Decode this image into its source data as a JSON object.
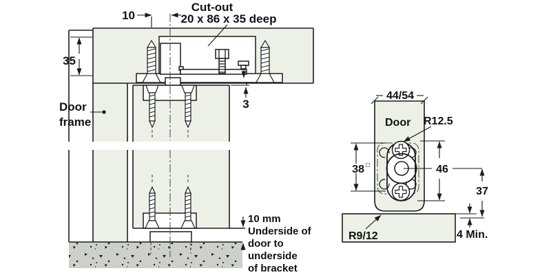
{
  "left_view": {
    "cutout_title": "Cut-out",
    "cutout_size": "20 x 86 x 35 deep",
    "dim_offset": "10",
    "dim_depth": "35",
    "dim_gap": "3",
    "frame_label_1": "Door",
    "frame_label_2": "frame",
    "note_1": "10 mm",
    "note_2": "Underside of",
    "note_3": "door to",
    "note_4": "underside",
    "note_5": "of bracket"
  },
  "right_view": {
    "dim_door_width": "44/54",
    "door_label": "Door",
    "dim_plate_radius": "R12.5",
    "dim_cutout_square": "38",
    "square_symbol": "□",
    "dim_plate_length": "46",
    "dim_pivot_to_floor": "37",
    "dim_door_radius": "R9/12",
    "dim_floor_gap": "4 Min."
  },
  "colors": {
    "wood_fill": "#edf0e6",
    "floor_fill": "#cdd0ca",
    "line": "#1c1c1c"
  }
}
